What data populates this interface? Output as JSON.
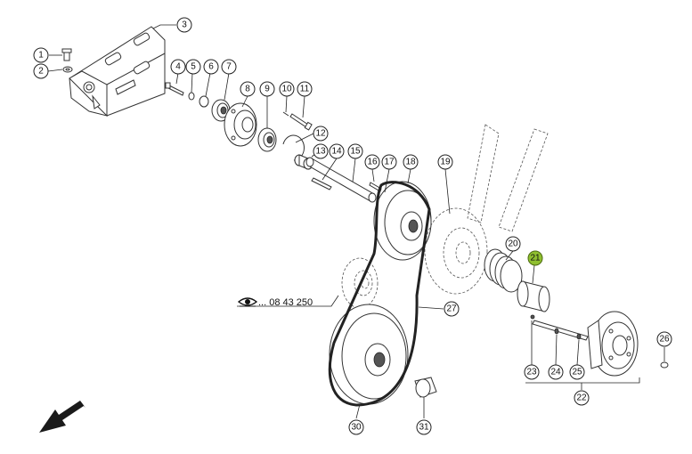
{
  "diagram": {
    "parts": [
      {
        "num": "1"
      },
      {
        "num": "2"
      },
      {
        "num": "3"
      },
      {
        "num": "4"
      },
      {
        "num": "5"
      },
      {
        "num": "6"
      },
      {
        "num": "7"
      },
      {
        "num": "8"
      },
      {
        "num": "9"
      },
      {
        "num": "10"
      },
      {
        "num": "11"
      },
      {
        "num": "12"
      },
      {
        "num": "13"
      },
      {
        "num": "14"
      },
      {
        "num": "15"
      },
      {
        "num": "16"
      },
      {
        "num": "17"
      },
      {
        "num": "18"
      },
      {
        "num": "19"
      },
      {
        "num": "20"
      },
      {
        "num": "21",
        "highlighted": true
      },
      {
        "num": "22"
      },
      {
        "num": "23"
      },
      {
        "num": "24"
      },
      {
        "num": "25"
      },
      {
        "num": "26"
      },
      {
        "num": "27"
      },
      {
        "num": "30"
      },
      {
        "num": "31"
      }
    ],
    "reference": "... 08 43 250",
    "colors": {
      "highlight": "#8fbf2f",
      "line": "#222222"
    },
    "icons": {
      "reference": "eye-icon",
      "direction": "direction-arrow-icon"
    }
  }
}
